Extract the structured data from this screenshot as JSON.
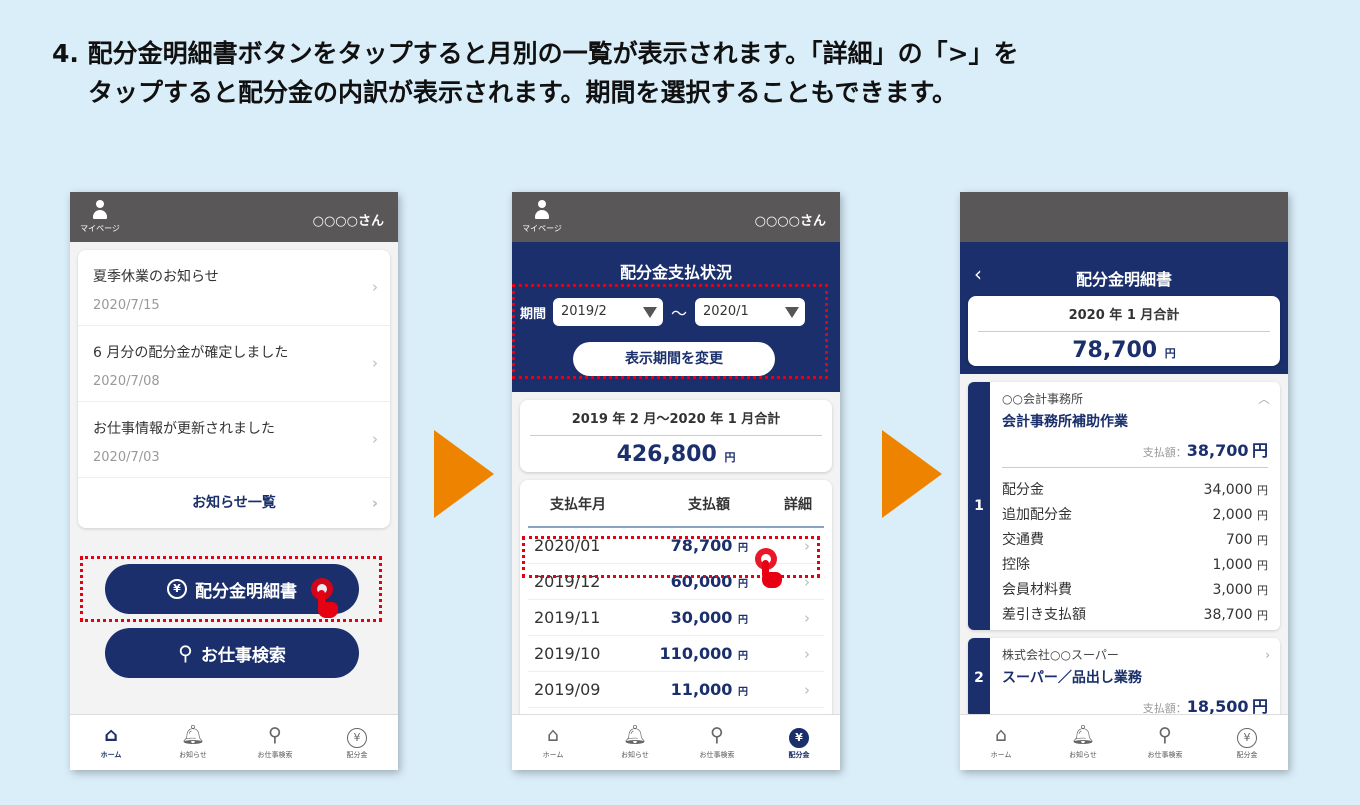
{
  "instruction": {
    "line1": "4. 配分金明細書ボタンをタップすると月別の一覧が表示されます。「詳細」の「>」を",
    "line2": "タップすると配分金の内訳が表示されます。期間を選択することもできます。"
  },
  "common": {
    "mypage_label": "マイページ",
    "username": "○○○○さん",
    "tabs": [
      {
        "label": "ホーム",
        "icon": "home-icon"
      },
      {
        "label": "お知らせ",
        "icon": "bell-icon"
      },
      {
        "label": "お仕事検索",
        "icon": "search-icon"
      },
      {
        "label": "配分金",
        "icon": "yen-icon"
      }
    ]
  },
  "phone1": {
    "news": [
      {
        "title": "夏季休業のお知らせ",
        "date": "2020/7/15"
      },
      {
        "title": "6 月分の配分金が確定しました",
        "date": "2020/7/08"
      },
      {
        "title": "お仕事情報が更新されました",
        "date": "2020/7/03"
      }
    ],
    "news_all": "お知らせ一覧",
    "statement_button": "配分金明細書",
    "job_search_button": "お仕事検索"
  },
  "phone2": {
    "title": "配分金支払状況",
    "period_label": "期間",
    "period_from": "2019/2",
    "period_to": "2020/1",
    "tilde": "～",
    "change_button": "表示期間を変更",
    "total_period": "2019 年 2 月～2020 年 1 月合計",
    "total_amount": "426,800",
    "yen_unit": "円",
    "headers": [
      "支払年月",
      "支払額",
      "詳細"
    ],
    "rows": [
      {
        "month": "2020/01",
        "amount": "78,700"
      },
      {
        "month": "2019/12",
        "amount": "60,000"
      },
      {
        "month": "2019/11",
        "amount": "30,000"
      },
      {
        "month": "2019/10",
        "amount": "110,000"
      },
      {
        "month": "2019/09",
        "amount": "11,000"
      }
    ]
  },
  "phone3": {
    "title": "配分金明細書",
    "total_label": "2020 年 1 月合計",
    "total_amount": "78,700",
    "yen_unit": "円",
    "paid_label": "支払額：",
    "details": [
      {
        "number": "1",
        "company": "○○会計事務所",
        "job": "会計事務所補助作業",
        "paid": "38,700",
        "items": [
          {
            "label": "配分金",
            "value": "34,000"
          },
          {
            "label": "追加配分金",
            "value": "2,000"
          },
          {
            "label": "交通費",
            "value": "700"
          },
          {
            "label": "控除",
            "value": "1,000"
          },
          {
            "label": "会員材料費",
            "value": "3,000"
          },
          {
            "label": "差引き支払額",
            "value": "38,700"
          }
        ]
      },
      {
        "number": "2",
        "company": "株式会社○○スーパー",
        "job": "スーパー／品出し業務",
        "paid": "18,500"
      }
    ]
  },
  "colors": {
    "navy": "#1a2f6b",
    "highlight_red": "#e60012",
    "arrow_orange": "#ee8300",
    "background": "#daeefa"
  }
}
